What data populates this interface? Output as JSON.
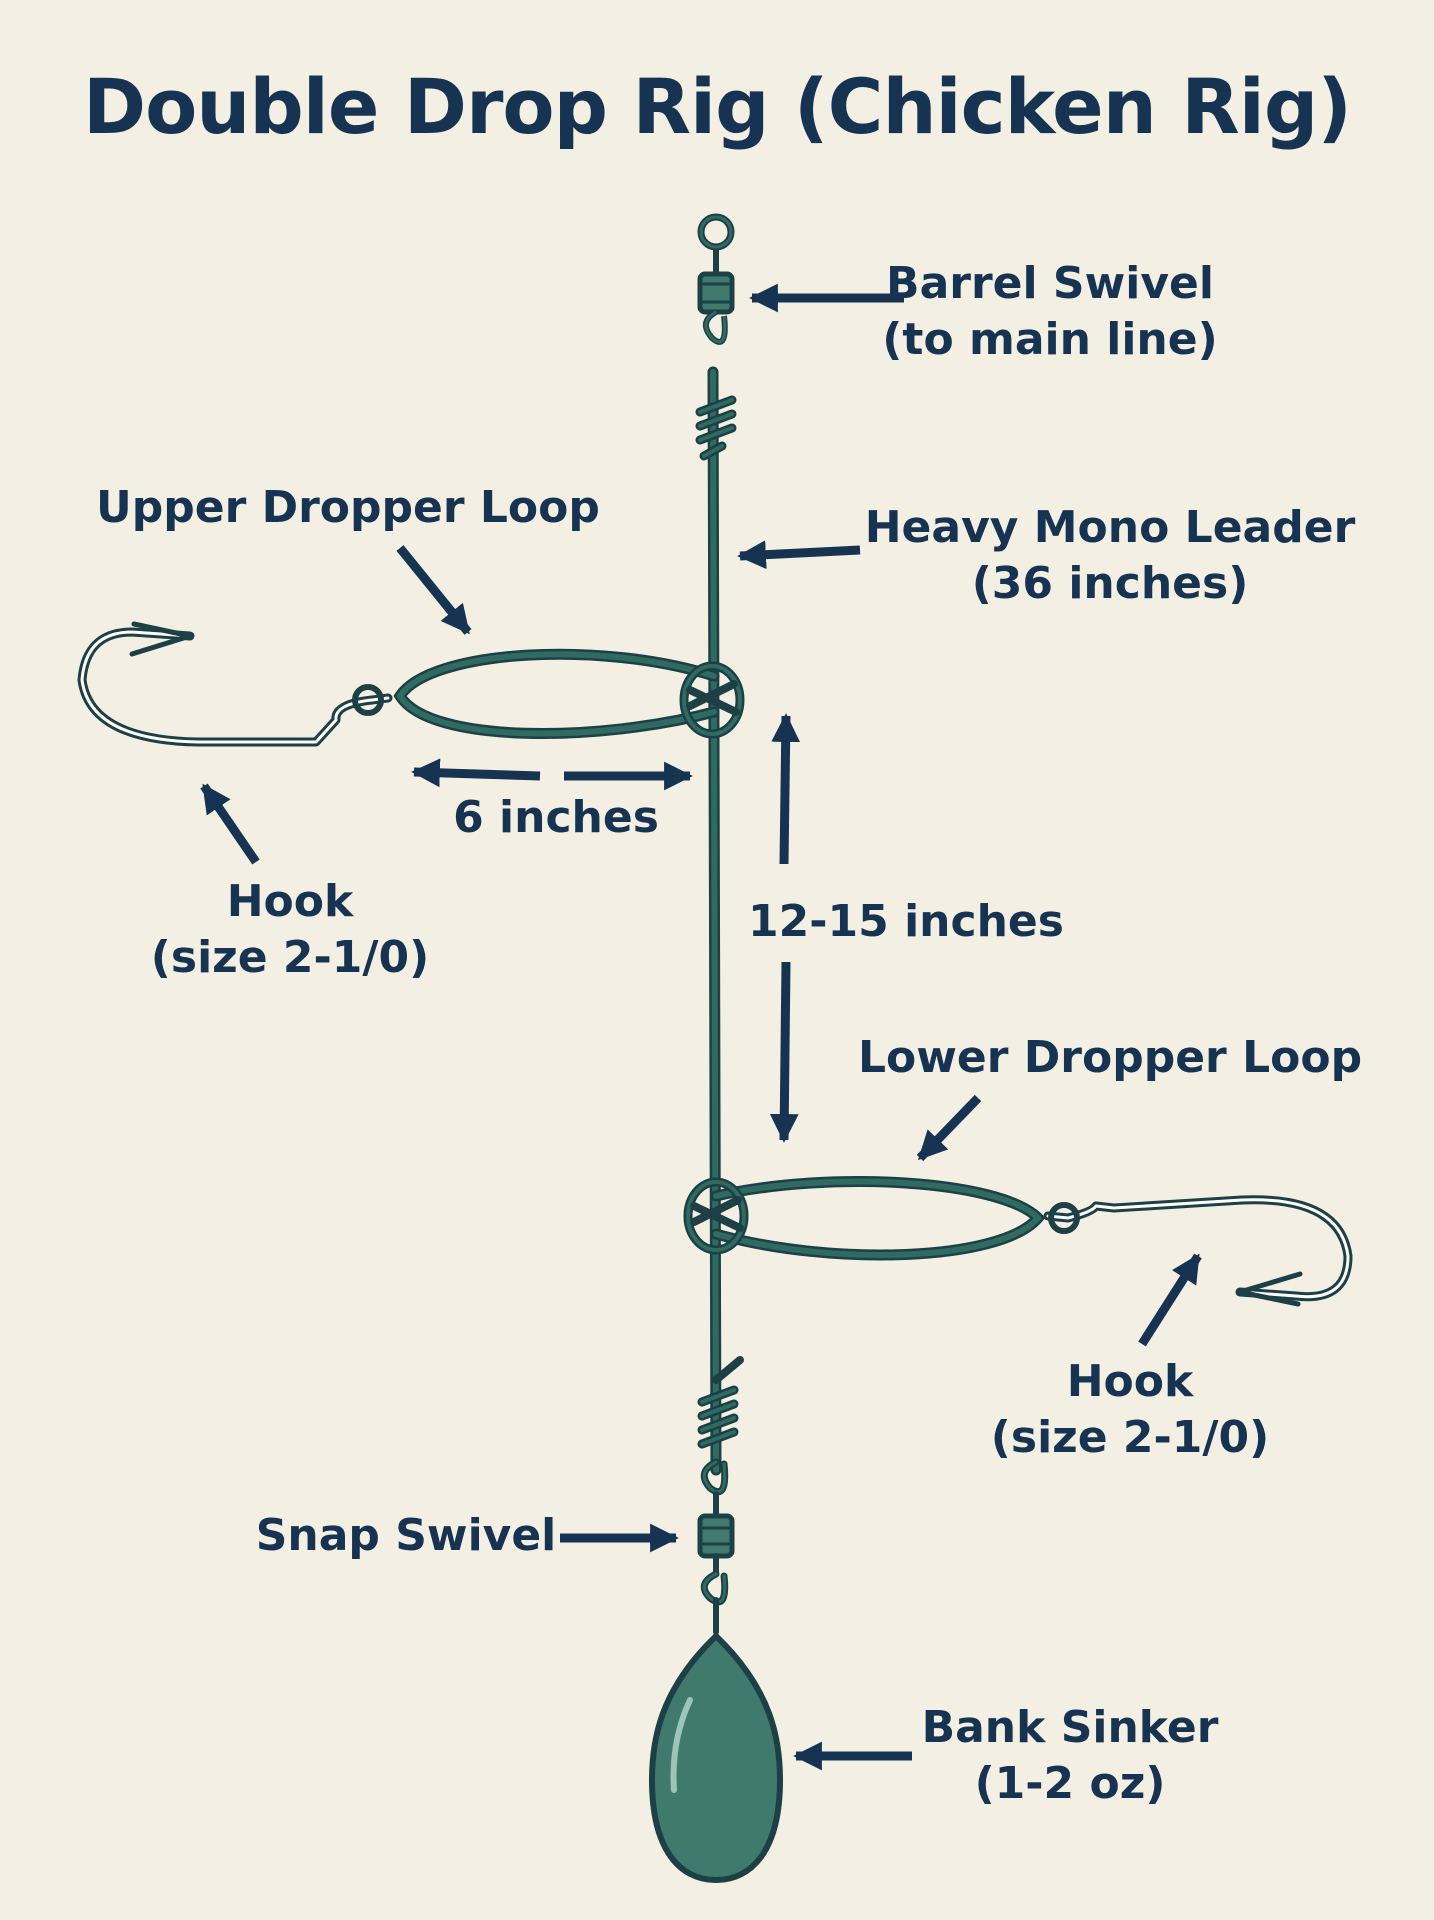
{
  "title": "Double Drop Rig (Chicken Rig)",
  "colors": {
    "background": "#f3f0e3",
    "line": "#2f6b61",
    "outline": "#1d3f46",
    "text": "#173352",
    "sinker": "#3f7a6c"
  },
  "labels": {
    "barrel_swivel": {
      "line1": "Barrel Swivel",
      "line2": "(to main line)"
    },
    "leader": {
      "line1": "Heavy Mono Leader",
      "line2": "(36 inches)"
    },
    "upper_loop": "Upper Dropper Loop",
    "upper_length": "6 inches",
    "upper_hook": {
      "line1": "Hook",
      "line2": "(size 2-1/0)"
    },
    "spacing": "12-15 inches",
    "lower_loop": "Lower Dropper Loop",
    "lower_hook": {
      "line1": "Hook",
      "line2": "(size 2-1/0)"
    },
    "snap_swivel": "Snap Swivel",
    "sinker": {
      "line1": "Bank Sinker",
      "line2": "(1-2 oz)"
    }
  }
}
